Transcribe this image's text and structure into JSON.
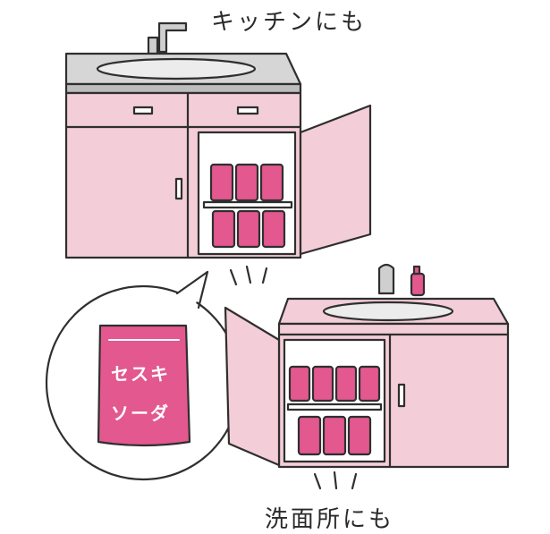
{
  "captions": {
    "top": "キッチンにも",
    "bottom": "洗面所にも"
  },
  "package": {
    "line1": "セスキ",
    "line2": "ソーダ"
  },
  "colors": {
    "cabinet_pink": "#f3cdd8",
    "product_magenta": "#e2588f",
    "outline": "#2f2f2f",
    "counter_gray": "#cfcfcf"
  },
  "icons": [
    "kitchen-sink-cabinet-illustration",
    "washbasin-cabinet-illustration",
    "sesquicarbonate-soda-package",
    "speech-bubble"
  ]
}
